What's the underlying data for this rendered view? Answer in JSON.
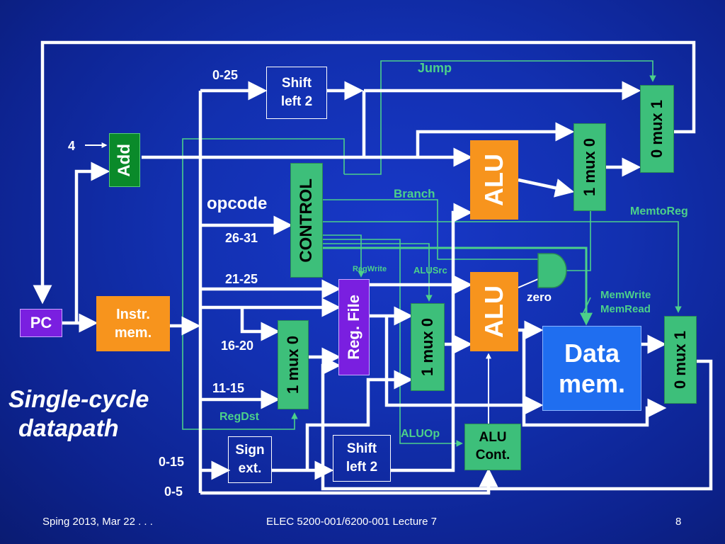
{
  "blocks": {
    "pc": "PC",
    "add": "Add",
    "instr_mem_line1": "Instr.",
    "instr_mem_line2": "mem.",
    "shift_top_line1": "Shift",
    "shift_top_line2": "left 2",
    "control": "CONTROL",
    "alu_top": "ALU",
    "alu_mid": "ALU",
    "mux_branch": "1 mux 0",
    "mux_jump": "0 mux 1",
    "reg_file": "Reg. File",
    "mux_regdst": "1 mux 0",
    "mux_alusrc": "1 mux 0",
    "data_mem_line1": "Data",
    "data_mem_line2": "mem.",
    "mux_memtoreg": "0 mux 1",
    "sign_ext_line1": "Sign",
    "sign_ext_line2": "ext.",
    "shift_bottom_line1": "Shift",
    "shift_bottom_line2": "left 2",
    "alu_cont_line1": "ALU",
    "alu_cont_line2": "Cont."
  },
  "labels": {
    "bits_0_25": "0-25",
    "const_4": "4",
    "opcode": "opcode",
    "bits_26_31": "26-31",
    "bits_21_25": "21-25",
    "bits_16_20": "16-20",
    "bits_11_15": "11-15",
    "bits_0_15": "0-15",
    "bits_0_5": "0-5",
    "zero": "zero"
  },
  "control_signals": {
    "jump": "Jump",
    "branch": "Branch",
    "memtoreg": "MemtoReg",
    "regwrite": "RegWrite",
    "alusrc": "ALUSrc",
    "memwrite": "MemWrite",
    "memread": "MemRead",
    "regdst": "RegDst",
    "aluop": "ALUOp"
  },
  "title_line1": "Single-cycle",
  "title_line2": "datapath",
  "footer": {
    "left": "Sping 2013, Mar 22 . . .",
    "center": "ELEC 5200-001/6200-001 Lecture 7",
    "page": "8"
  },
  "colors": {
    "background": "#1230b0",
    "block_green": "#3dbf7a",
    "block_orange": "#f7941d",
    "block_purple": "#7a1fe0",
    "data_mem_blue": "#1f6ef0",
    "control_line": "#4cd08a",
    "add_green": "#0a8a2a"
  }
}
